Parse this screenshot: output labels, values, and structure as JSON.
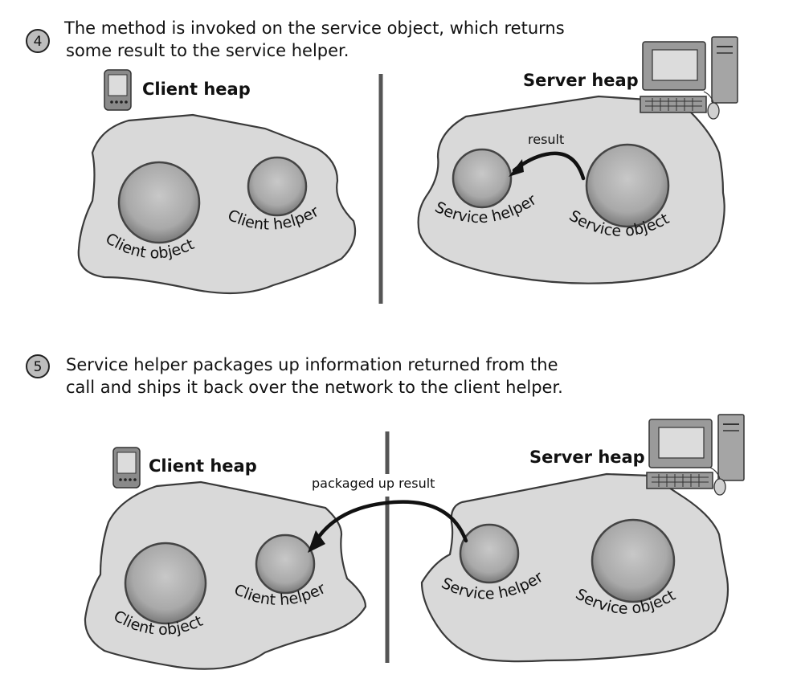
{
  "steps": [
    {
      "number": "4",
      "text_lines": [
        "The method is invoked on the service object, which returns",
        "some result to the service helper."
      ],
      "client_heap": {
        "title": "Client heap",
        "icon": "pda-device-icon",
        "objects": [
          {
            "label": "Client object",
            "size": "large"
          },
          {
            "label": "Client helper",
            "size": "small"
          }
        ]
      },
      "server_heap": {
        "title": "Server heap",
        "icon": "desktop-computer-icon",
        "objects": [
          {
            "label": "Service helper",
            "size": "small"
          },
          {
            "label": "Service object",
            "size": "large"
          }
        ]
      },
      "arrow": {
        "label": "result",
        "from": "Service object",
        "to": "Service helper"
      }
    },
    {
      "number": "5",
      "text_lines": [
        "Service helper packages up information returned from the",
        "call and ships it back over the network to the client helper."
      ],
      "client_heap": {
        "title": "Client heap",
        "icon": "pda-device-icon",
        "objects": [
          {
            "label": "Client object",
            "size": "large"
          },
          {
            "label": "Client helper",
            "size": "small"
          }
        ]
      },
      "server_heap": {
        "title": "Server heap",
        "icon": "desktop-computer-icon",
        "objects": [
          {
            "label": "Service helper",
            "size": "small"
          },
          {
            "label": "Service object",
            "size": "large"
          }
        ]
      },
      "arrow": {
        "label": "packaged up result",
        "from": "Service helper",
        "to": "Client helper"
      }
    }
  ],
  "colors": {
    "heap_fill": "#d9d9d9",
    "outline": "#3a3a3a",
    "divider": "#555555",
    "badge_fill": "#bdbdbd"
  }
}
